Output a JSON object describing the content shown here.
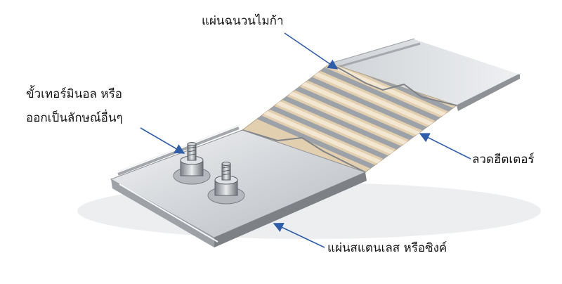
{
  "labels": {
    "mica": "แผ่นฉนวนไมก้า",
    "terminal_line1": "ขั้วเทอร์มินอล หรือ",
    "terminal_line2": "ออกเป็นลักษณ์อื่นๆ",
    "heater_wire": "ลวดฮีตเตอร์",
    "sheath": "แผ่นสแตนเลส หรือซิงค์"
  },
  "colors": {
    "arrow": "#2f5da8",
    "metal_light": "#e4e6e9",
    "metal_mid": "#c9ccd0",
    "metal_dark": "#8e9297",
    "mica": "#e2cfb0",
    "wire": "#f1e4cc"
  }
}
